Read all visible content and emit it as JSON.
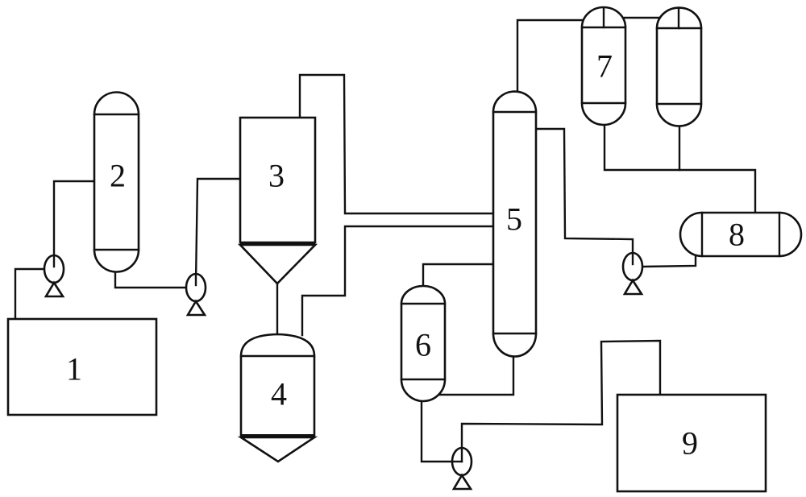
{
  "diagram": {
    "type": "process-flow-diagram",
    "line_color": "#111111",
    "background": "#ffffff",
    "equipment": [
      {
        "id": "1",
        "label": "1",
        "shape": "tank-box"
      },
      {
        "id": "2",
        "label": "2",
        "shape": "vertical-vessel"
      },
      {
        "id": "3",
        "label": "3",
        "shape": "vessel-with-conical-bottom"
      },
      {
        "id": "4",
        "label": "4",
        "shape": "domed-vessel-with-conical-bottom"
      },
      {
        "id": "5",
        "label": "5",
        "shape": "distillation-column"
      },
      {
        "id": "6",
        "label": "6",
        "shape": "vertical-vessel"
      },
      {
        "id": "7",
        "label": "7",
        "shape": "vertical-vessel-pair"
      },
      {
        "id": "7b",
        "label": "",
        "shape": "vertical-vessel"
      },
      {
        "id": "8",
        "label": "8",
        "shape": "horizontal-drum"
      },
      {
        "id": "9",
        "label": "9",
        "shape": "tank-box"
      }
    ],
    "pumps": [
      {
        "id": "pump-1",
        "between": [
          "1",
          "2"
        ]
      },
      {
        "id": "pump-2",
        "between": [
          "2",
          "3"
        ]
      },
      {
        "id": "pump-3",
        "between": [
          "5",
          "8"
        ]
      },
      {
        "id": "pump-4",
        "between": [
          "6",
          "9"
        ]
      }
    ]
  }
}
